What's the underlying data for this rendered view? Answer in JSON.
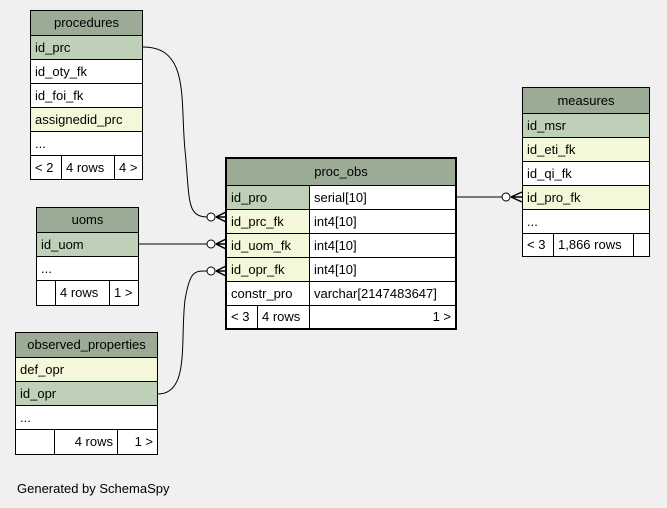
{
  "tables": {
    "procedures": {
      "title": "procedures",
      "columns": [
        "id_prc",
        "id_oty_fk",
        "id_foi_fk",
        "assignedid_prc",
        "..."
      ],
      "footer": [
        "< 2",
        "4 rows",
        "4 >"
      ]
    },
    "uoms": {
      "title": "uoms",
      "columns": [
        "id_uom",
        "..."
      ],
      "footer": [
        "",
        "4 rows",
        "1 >"
      ]
    },
    "observed_properties": {
      "title": "observed_properties",
      "columns": [
        "def_opr",
        "id_opr",
        "..."
      ],
      "footer": [
        "",
        "4 rows",
        "1 >"
      ]
    },
    "proc_obs": {
      "title": "proc_obs",
      "columns": [
        {
          "name": "id_pro",
          "type": "serial[10]"
        },
        {
          "name": "id_prc_fk",
          "type": "int4[10]"
        },
        {
          "name": "id_uom_fk",
          "type": "int4[10]"
        },
        {
          "name": "id_opr_fk",
          "type": "int4[10]"
        },
        {
          "name": "constr_pro",
          "type": "varchar[2147483647]"
        }
      ],
      "footer": [
        "< 3",
        "4 rows",
        "1 >"
      ]
    },
    "measures": {
      "title": "measures",
      "columns": [
        "id_msr",
        "id_eti_fk",
        "id_qi_fk",
        "id_pro_fk",
        "..."
      ],
      "footer": [
        "< 3",
        "1,866 rows",
        ""
      ]
    }
  },
  "footer_text": "Generated by SchemaSpy",
  "colors": {
    "header": "#9bab96",
    "primary_key": "#bed1b8",
    "foreign_key": "#f4f7da",
    "background": "#f0f0f0"
  }
}
